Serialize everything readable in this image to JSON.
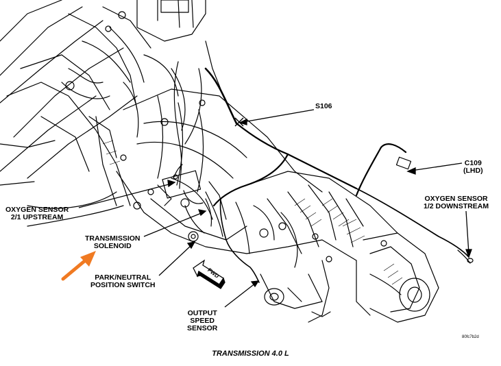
{
  "labels": {
    "s106": "S106",
    "c109_line1": "C109",
    "c109_line2": "(LHD)",
    "o2_down_line1": "OXYGEN SENSOR",
    "o2_down_line2": "1/2 DOWNSTREAM",
    "o2_up_line1": "OXYGEN SENSOR",
    "o2_up_line2": "2/1 UPSTREAM",
    "solenoid_line1": "TRANSMISSION",
    "solenoid_line2": "SOLENOID",
    "pnp_line1": "PARK/NEUTRAL",
    "pnp_line2": "POSITION SWITCH",
    "oss_line1": "OUTPUT",
    "oss_line2": "SPEED",
    "oss_line3": "SENSOR",
    "fwd": "FWD"
  },
  "caption": "TRANSMISSION 4.0 L",
  "figure_number": "80fc7b2d",
  "colors": {
    "line": "#000000",
    "highlight_arrow": "#f07a22",
    "background": "#ffffff"
  }
}
